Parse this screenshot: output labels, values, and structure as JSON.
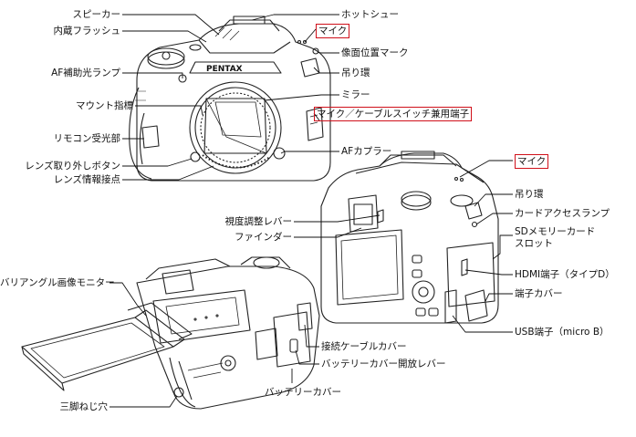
{
  "labels": {
    "speaker": "スピーカー",
    "builtin_flash": "内蔵フラッシュ",
    "af_assist_lamp": "AF補助光ランプ",
    "mount_index": "マウント指標",
    "remote_receiver": "リモコン受光部",
    "lens_release_button": "レンズ取り外しボタン",
    "lens_info_contacts": "レンズ情報接点",
    "hot_shoe": "ホットシュー",
    "mic_front": "マイク",
    "image_plane_mark": "像面位置マーク",
    "strap_lug_front": "吊り環",
    "mirror": "ミラー",
    "mic_cable_terminal": "マイク／ケーブルスイッチ兼用端子",
    "af_coupler": "AFカプラー",
    "mic_back": "マイク",
    "strap_lug_back": "吊り環",
    "card_access_lamp": "カードアクセスランプ",
    "sd_card_slot_line1": "SDメモリーカード",
    "sd_card_slot_line2": "スロット",
    "diopter_lever": "視度調整レバー",
    "viewfinder": "ファインダー",
    "vari_angle_monitor": "バリアングル画像モニター",
    "hdmi_terminal": "HDMI端子（タイプD）",
    "terminal_cover": "端子カバー",
    "usb_terminal": "USB端子（micro B）",
    "cable_cover": "接続ケーブルカバー",
    "battery_cover_lever": "バッテリーカバー開放レバー",
    "battery_cover": "バッテリーカバー",
    "tripod_socket": "三脚ねじ穴"
  },
  "camera_logo": "PENTAX",
  "colors": {
    "highlight_box": "#d0101a",
    "line": "#111111"
  }
}
